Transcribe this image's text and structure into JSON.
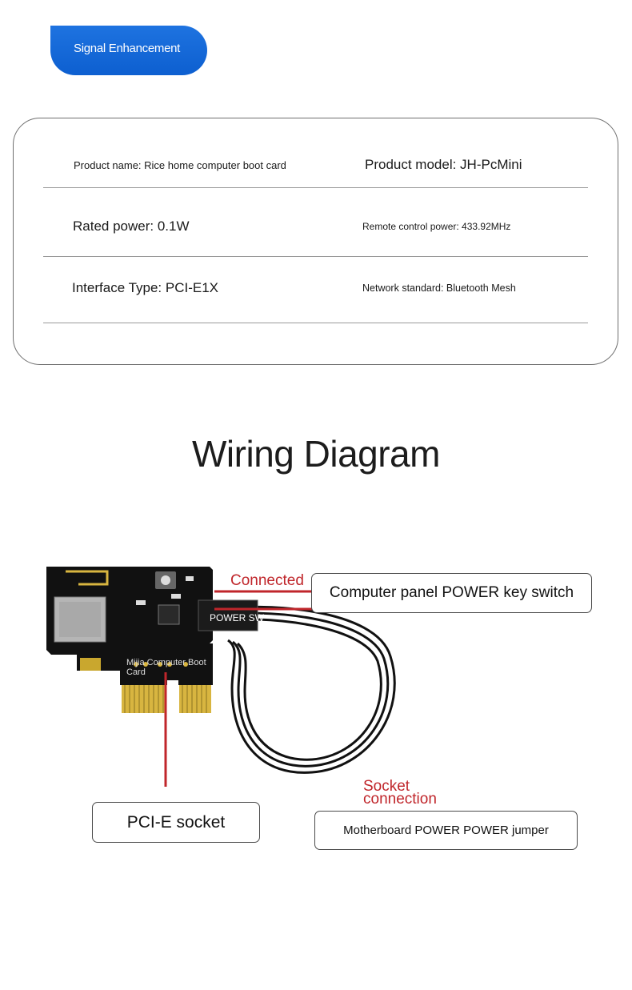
{
  "badge": {
    "label": "Signal Enhancement"
  },
  "specs": {
    "product_name": "Product name: Rice home computer boot card",
    "product_model": "Product model: JH-PcMini",
    "rated_power": "Rated power: 0.1W",
    "remote_power": "Remote control power: 433.92MHz",
    "interface_type": "Interface Type: PCI-E1X",
    "network_standard": "Network standard: Bluetooth Mesh"
  },
  "diagram": {
    "title": "Wiring Diagram",
    "connected_label": "Connected",
    "panel_switch": "Computer panel POWER key switch",
    "power_sw_label": "POWER SW",
    "board_label": "Mijia Computer Boot Card",
    "pcie_socket": "PCI-E socket",
    "socket_connection": [
      "Socket",
      "connection"
    ],
    "motherboard_jumper": "Motherboard POWER POWER jumper"
  },
  "colors": {
    "badge_blue": "#1467db",
    "annotation_red": "#c0262b",
    "pcb_black": "#111111",
    "gold_contacts": "#d8b540"
  }
}
